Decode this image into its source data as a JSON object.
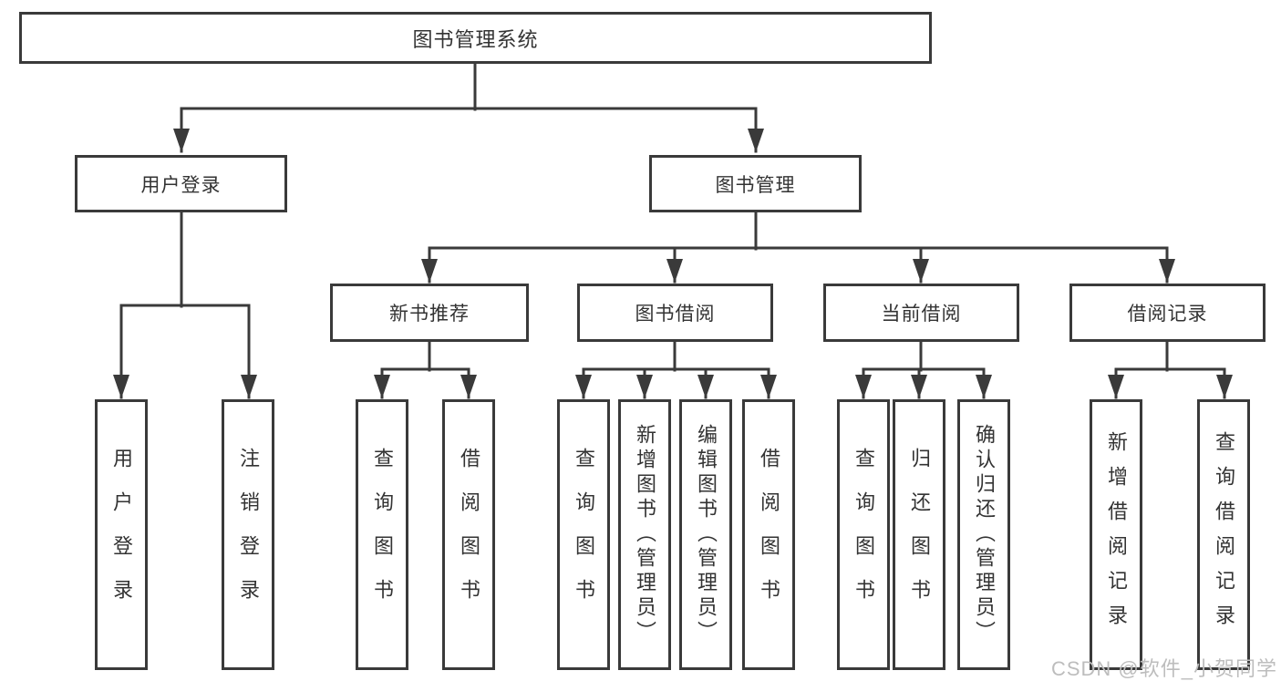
{
  "colors": {
    "background": "#ffffff",
    "line": "#3a3a3a",
    "box_border": "#3a3a3a",
    "text": "#333333",
    "watermark": "#bdbdbd"
  },
  "watermark": {
    "text": "CSDN @软件_小贺同学"
  },
  "diagram": {
    "type": "hierarchy-tree",
    "root": {
      "label": "图书管理系统"
    },
    "branches": [
      {
        "label": "用户登录",
        "children": [
          {
            "label": "用户登录"
          },
          {
            "label": "注销登录"
          }
        ]
      },
      {
        "label": "图书管理",
        "children": [
          {
            "label": "新书推荐",
            "children": [
              {
                "label": "查询图书"
              },
              {
                "label": "借阅图书"
              }
            ]
          },
          {
            "label": "图书借阅",
            "children": [
              {
                "label": "查询图书"
              },
              {
                "label": "新增图书（管理员）"
              },
              {
                "label": "编辑图书（管理员）"
              },
              {
                "label": "借阅图书"
              }
            ]
          },
          {
            "label": "当前借阅",
            "children": [
              {
                "label": "查询图书"
              },
              {
                "label": "归还图书"
              },
              {
                "label": "确认归还（管理员）"
              }
            ]
          },
          {
            "label": "借阅记录",
            "children": [
              {
                "label": "新增借阅记录"
              },
              {
                "label": "查询借阅记录"
              }
            ]
          }
        ]
      }
    ]
  }
}
